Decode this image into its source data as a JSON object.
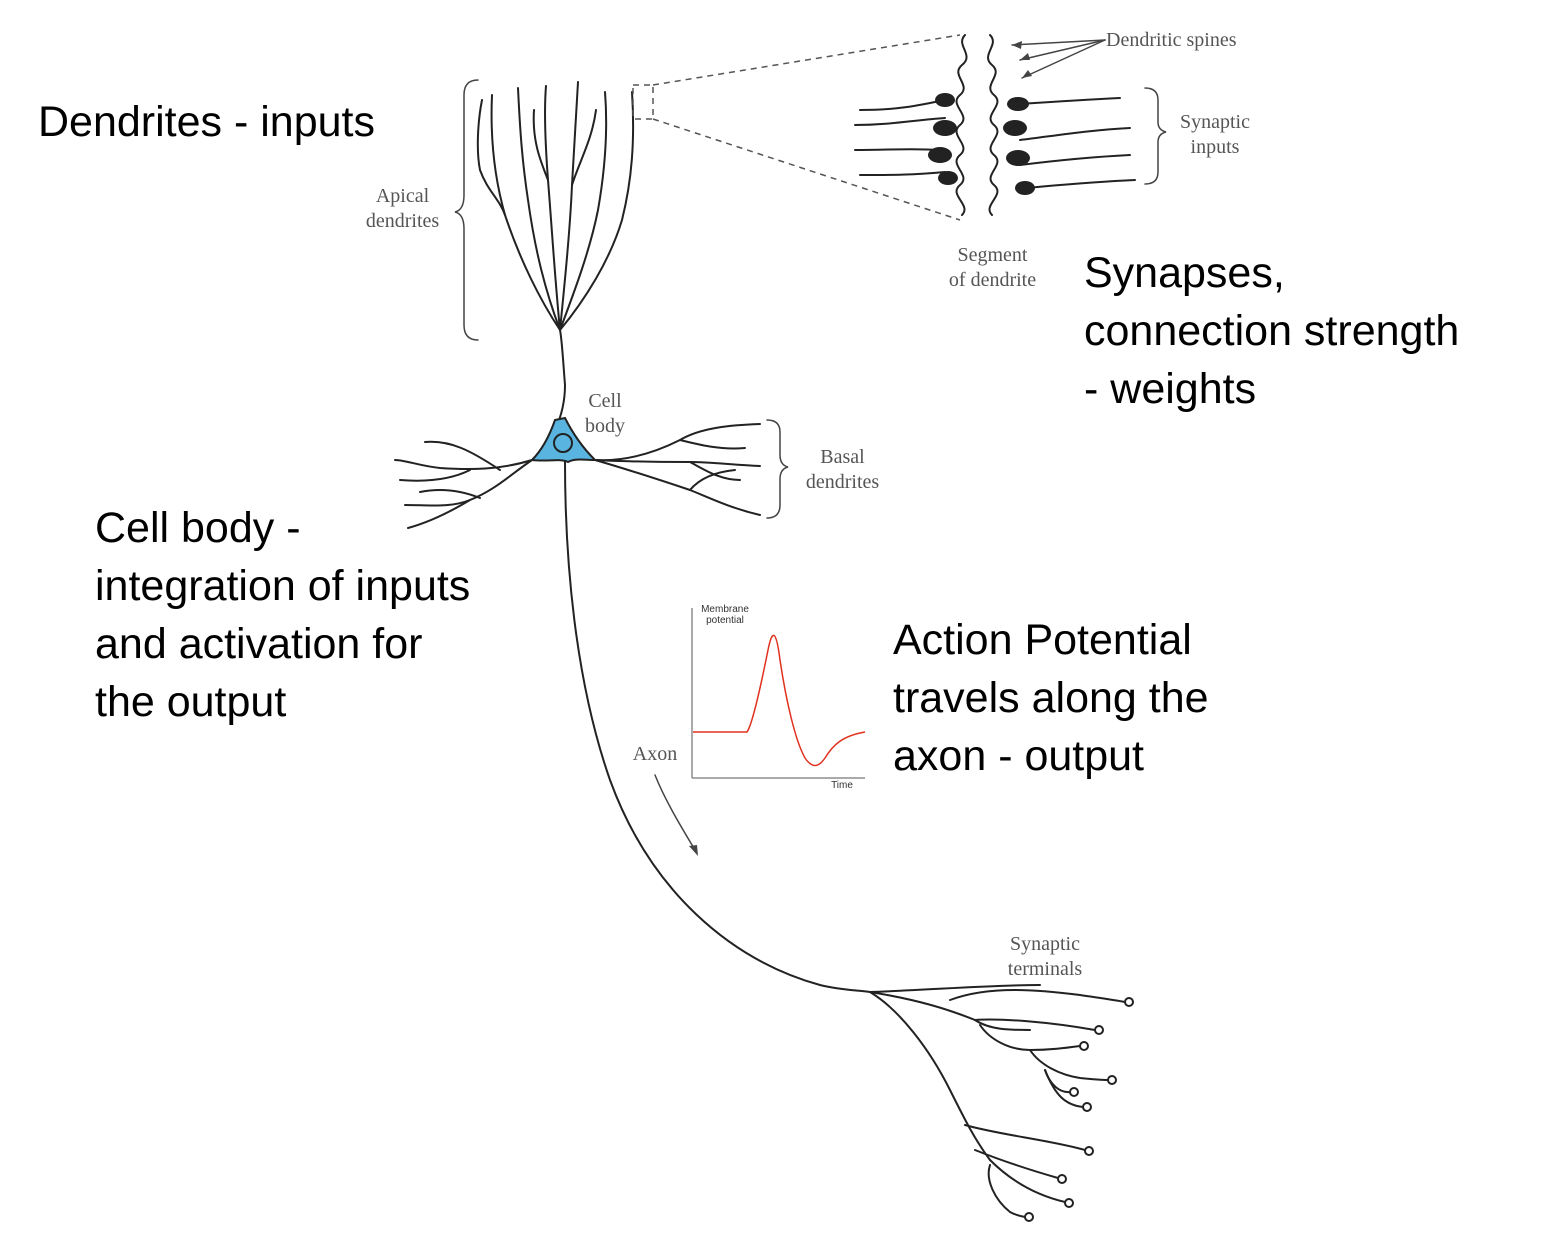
{
  "annotations": {
    "dendrites": "Dendrites - inputs",
    "synapses": "Synapses,\nconnection strength\n- weights",
    "cell_body": "Cell body -\nintegration of inputs\nand activation for\nthe output",
    "action_potential": "Action Potential\ntravels along the\naxon - output"
  },
  "labels": {
    "apical_dendrites": "Apical\ndendrites",
    "dendritic_spines": "Dendritic spines",
    "synaptic_inputs": "Synaptic\ninputs",
    "segment_of_dendrite": "Segment\nof dendrite",
    "cell_body": "Cell\nbody",
    "basal_dendrites": "Basal\ndendrites",
    "axon": "Axon",
    "synaptic_terminals": "Synaptic\nterminals"
  },
  "inset_plot": {
    "ylabel": "Membrane\npotential",
    "xlabel": "Time",
    "curve_color": "#e0301e"
  },
  "colors": {
    "cell_body_fill": "#5ab4e0",
    "line": "#222222"
  }
}
